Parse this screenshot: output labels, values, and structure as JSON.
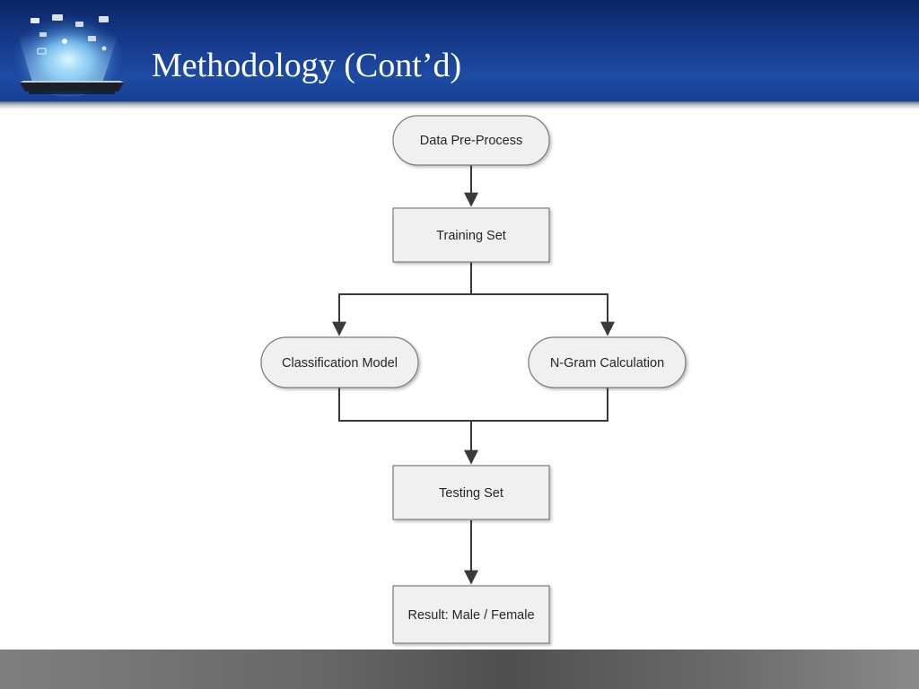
{
  "slide": {
    "title": "Methodology (Cont’d)"
  },
  "logo": {
    "icon": "smartphone-hologram-icon"
  },
  "flowchart": {
    "nodes": {
      "data_preprocess": "Data Pre-Process",
      "training_set": "Training Set",
      "classification_model": "Classification Model",
      "ngram_calculation": "N-Gram Calculation",
      "testing_set": "Testing Set",
      "result": "Result: Male / Female"
    },
    "colors": {
      "node_fill": "#f0f0f0",
      "node_stroke": "#7a7a7a",
      "connector": "#3a3a3a"
    }
  }
}
